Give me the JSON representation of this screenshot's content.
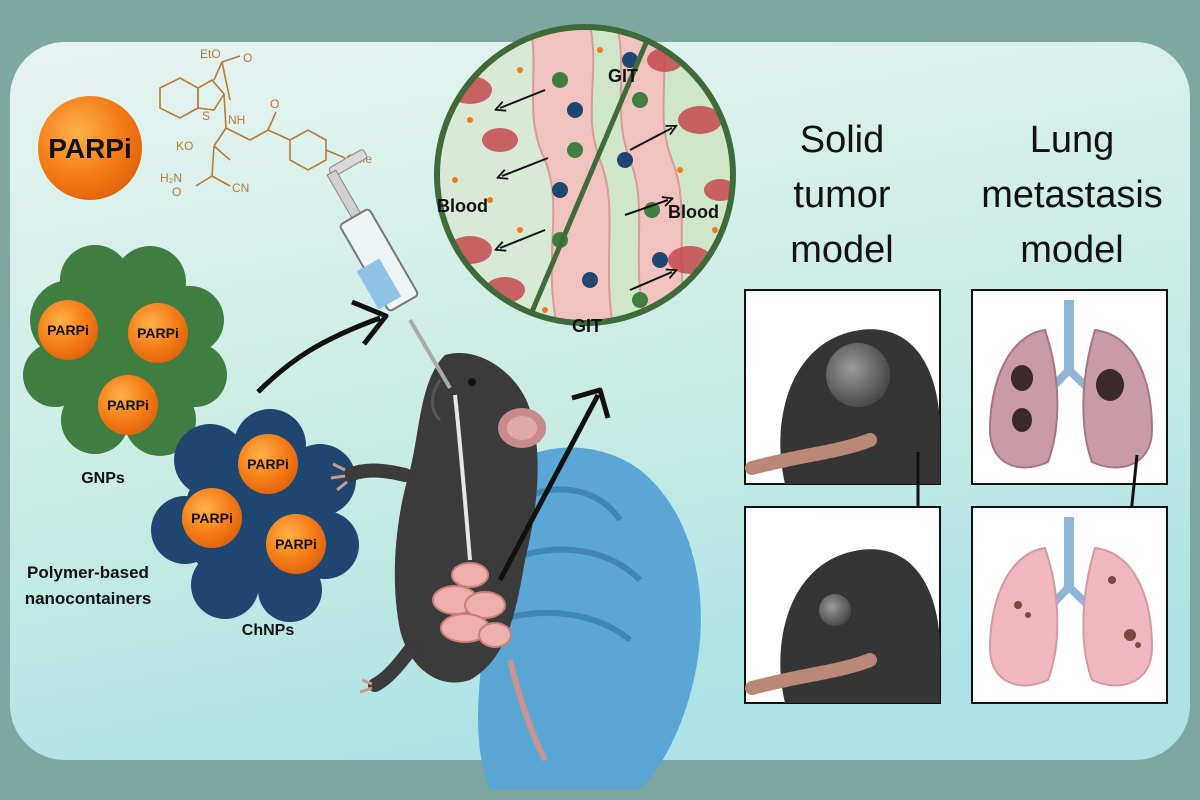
{
  "legend": {
    "parpi": "PARPi",
    "chem_eto": "EtO",
    "chem_nh": "NH",
    "chem_s": "S",
    "chem_ko": "KO",
    "chem_o1": "O",
    "chem_o2": "O",
    "chem_o3": "O",
    "chem_h2n": "H₂N",
    "chem_cn": "CN",
    "chem_ome": "OMe"
  },
  "nanocontainers": {
    "gnp_label": "GNPs",
    "chnp_label": "ChNPs",
    "group_label_line1": "Polymer-based",
    "group_label_line2": "nanocontainers",
    "particle_label": "PARPi"
  },
  "inset": {
    "git_top": "GIT",
    "git_bottom": "GIT",
    "blood_left": "Blood",
    "blood_right": "Blood"
  },
  "models": {
    "solid_line1": "Solid",
    "solid_line2": "tumor",
    "solid_line3": "model",
    "lung_line1": "Lung",
    "lung_line2": "metastasis",
    "lung_line3": "model"
  },
  "colors": {
    "frame": "#7fa7a1",
    "panel_top": "#d9f0ee",
    "panel_bottom": "#b8e6de",
    "parpi_orange": "#f07a1a",
    "gnp_green": "#3d7a3f",
    "chnp_blue": "#1f4670",
    "glove_blue": "#5aa7d6",
    "mouse_gray": "#3b3b3b",
    "lung_pink": "#e8b3bf"
  }
}
